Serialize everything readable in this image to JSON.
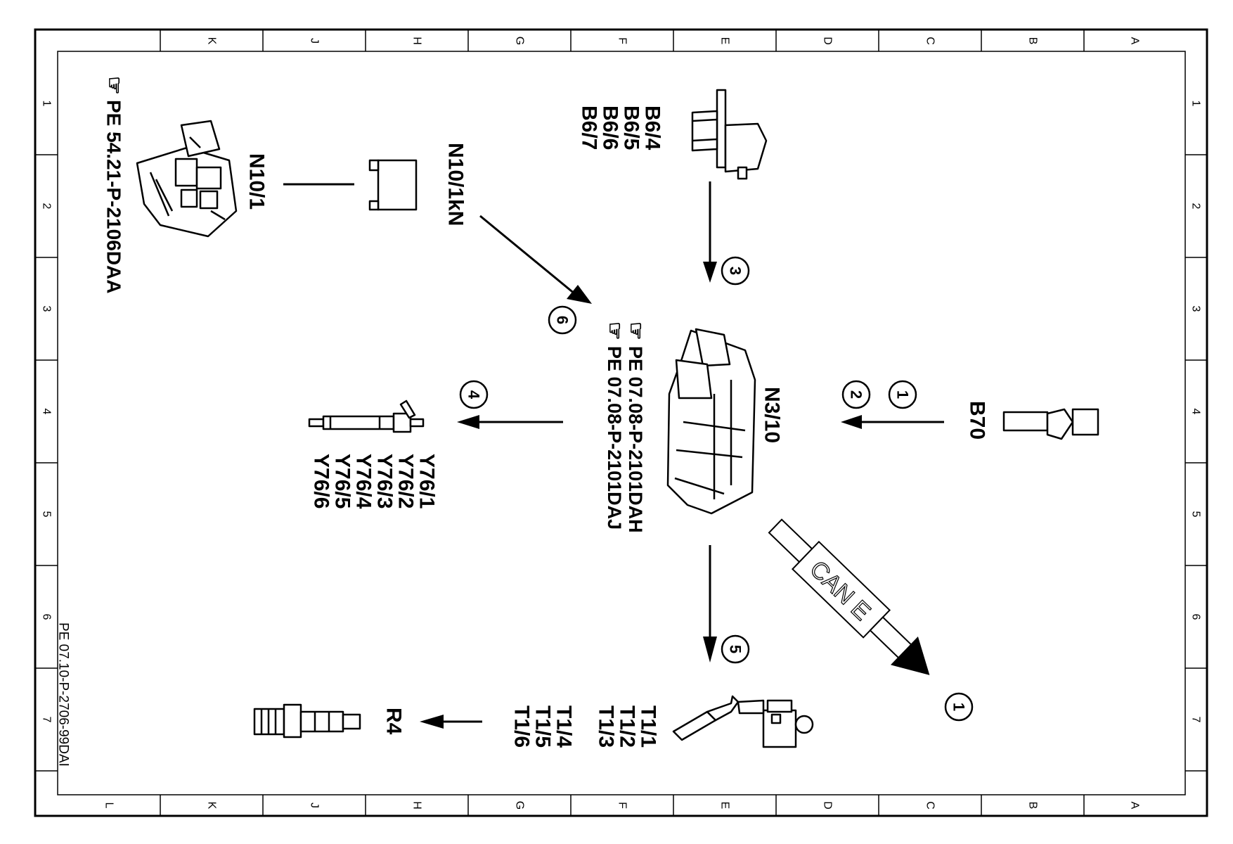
{
  "frame": {
    "top_letters": [
      "K",
      "J",
      "H",
      "G",
      "F",
      "E",
      "D",
      "C",
      "B",
      "A"
    ],
    "bottom_letters": [
      "L",
      "K",
      "J",
      "H",
      "G",
      "F",
      "E",
      "D",
      "C",
      "B",
      "A"
    ],
    "left_numbers": [
      "1",
      "2",
      "3",
      "4",
      "5",
      "6",
      "7"
    ],
    "right_numbers": [
      "1",
      "2",
      "3",
      "4",
      "5",
      "6",
      "7"
    ]
  },
  "sheet_code": "PE 07.10-P-2706-99DAI",
  "components": {
    "n10_1": {
      "label": "N10/1",
      "ref": "PE 54.21-P-2106DAA"
    },
    "n10_1kn": {
      "label": "N10/1kN"
    },
    "b6": {
      "labels": [
        "B6/4",
        "B6/5",
        "B6/6",
        "B6/7"
      ]
    },
    "n3_10": {
      "label": "N3/10",
      "refs": [
        "PE 07.08-P-2101DAH",
        "PE 07.08-P-2101DAJ"
      ]
    },
    "b70": {
      "label": "B70"
    },
    "y76": {
      "labels": [
        "Y76/1",
        "Y76/2",
        "Y76/3",
        "Y76/4",
        "Y76/5",
        "Y76/6"
      ]
    },
    "t1": {
      "labels": [
        "T1/1",
        "T1/2",
        "T1/3",
        "T1/4",
        "T1/5",
        "T1/6"
      ]
    },
    "r4": {
      "label": "R4"
    }
  },
  "bus": {
    "label": "CAN E"
  },
  "markers": {
    "m1_top": "1",
    "m2": "2",
    "m3": "3",
    "m4": "4",
    "m5": "5",
    "m6": "6",
    "m1_bottom": "1"
  }
}
